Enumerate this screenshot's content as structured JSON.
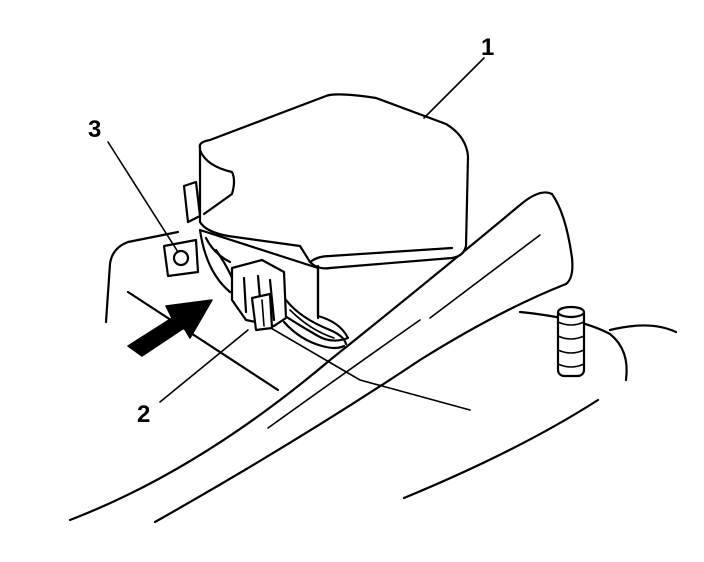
{
  "diagram": {
    "callouts": [
      {
        "id": "1",
        "label": "1"
      },
      {
        "id": "2",
        "label": "2"
      },
      {
        "id": "3",
        "label": "3"
      }
    ]
  },
  "colors": {
    "ink": "#000000",
    "background": "#ffffff"
  }
}
